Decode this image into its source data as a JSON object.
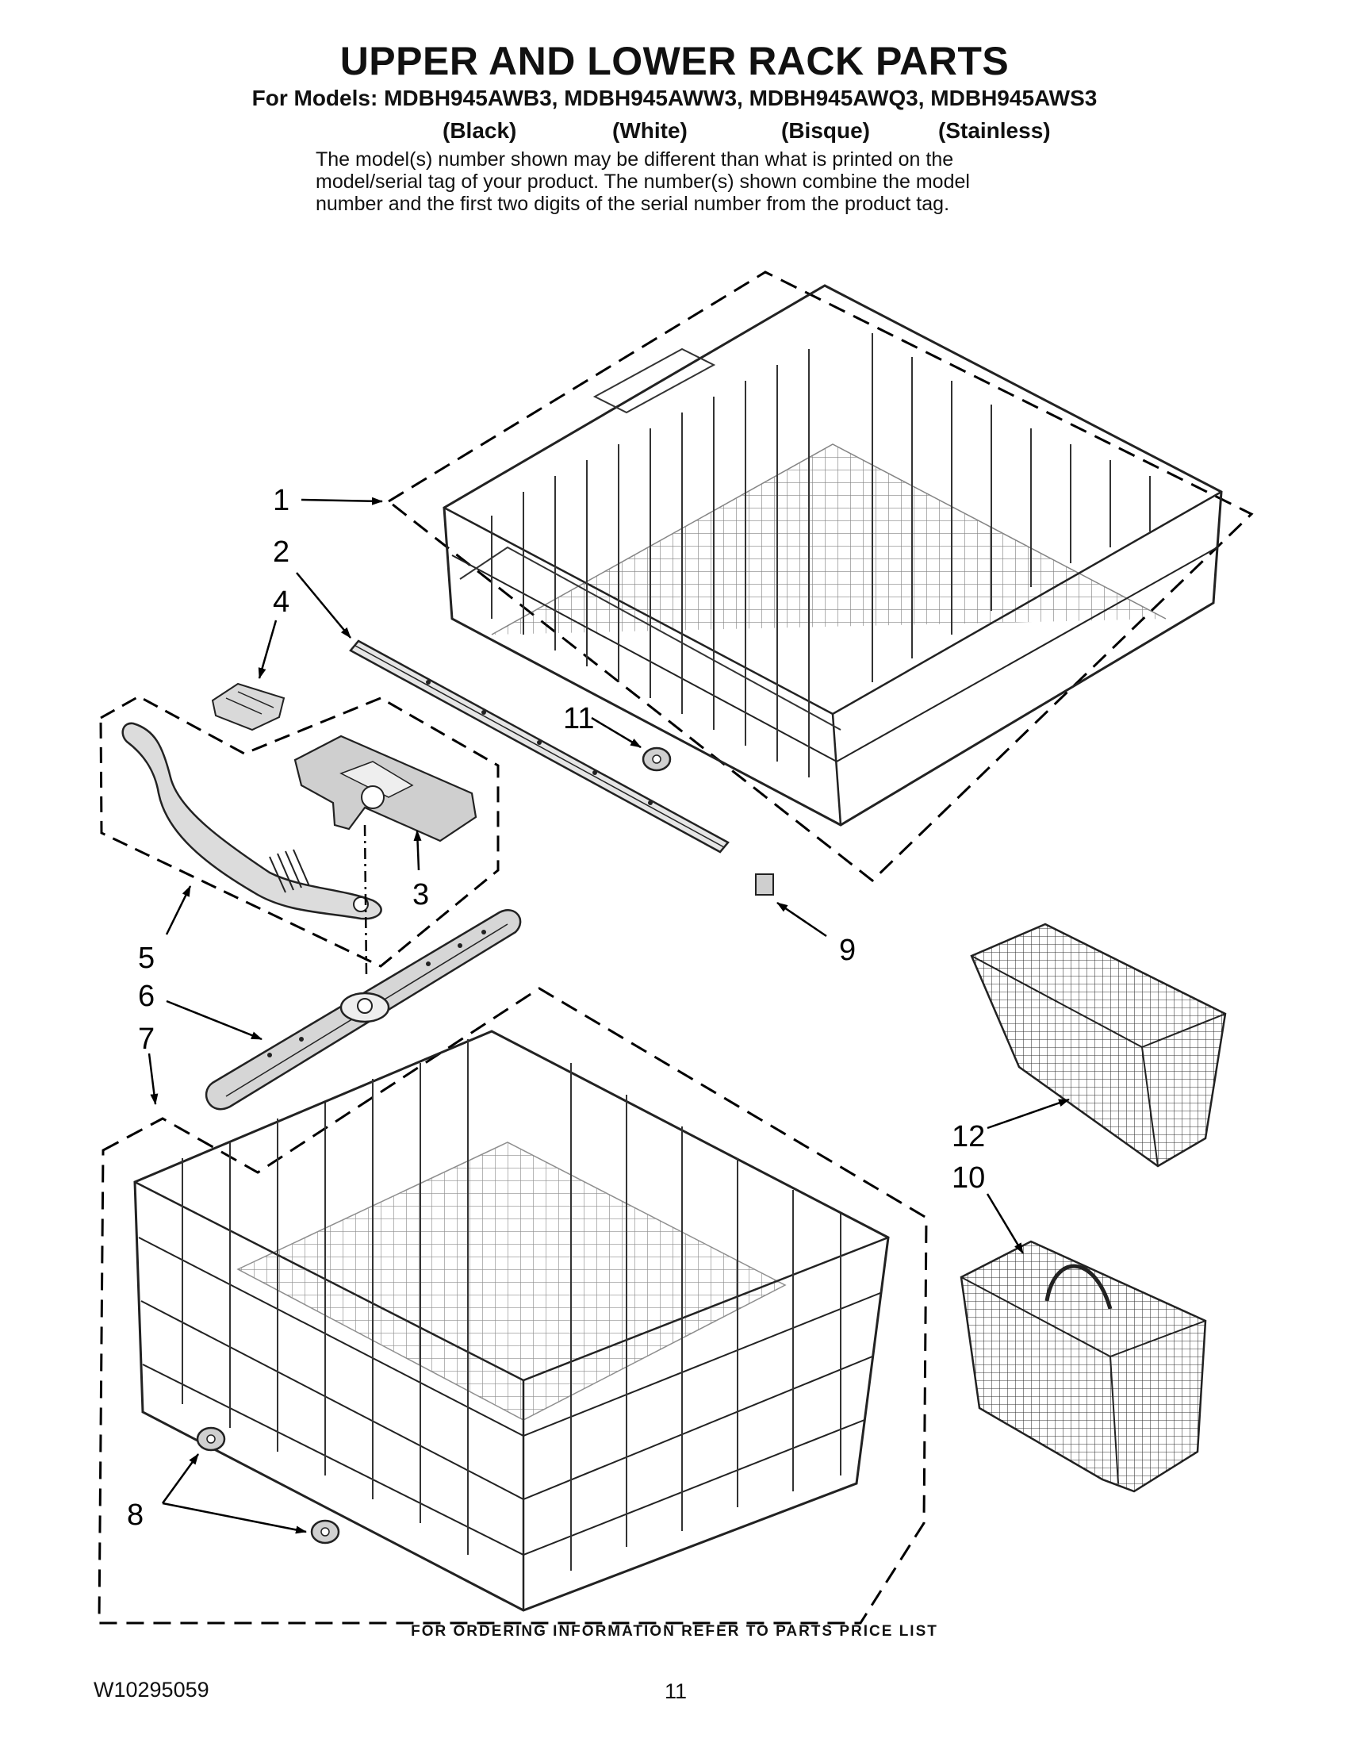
{
  "header": {
    "title": "UPPER AND LOWER RACK PARTS",
    "models_line": "For Models: MDBH945AWB3, MDBH945AWW3, MDBH945AWQ3, MDBH945AWS3",
    "colors": [
      "(Black)",
      "(White)",
      "(Bisque)",
      "(Stainless)"
    ]
  },
  "note": {
    "lines": [
      "The model(s) number shown may be different than what is printed on the",
      "model/serial tag of your product. The number(s) shown combine the model",
      "number and the first two digits of the serial number from the product tag."
    ]
  },
  "diagram": {
    "callouts": {
      "c1": "1",
      "c2": "2",
      "c3": "3",
      "c4": "4",
      "c5": "5",
      "c6": "6",
      "c7": "7",
      "c8": "8",
      "c9": "9",
      "c10": "10",
      "c11": "11",
      "c12": "12"
    }
  },
  "footer": {
    "ordering": "FOR ORDERING INFORMATION REFER TO PARTS PRICE LIST",
    "doc_number": "W10295059",
    "page_number": "11"
  }
}
